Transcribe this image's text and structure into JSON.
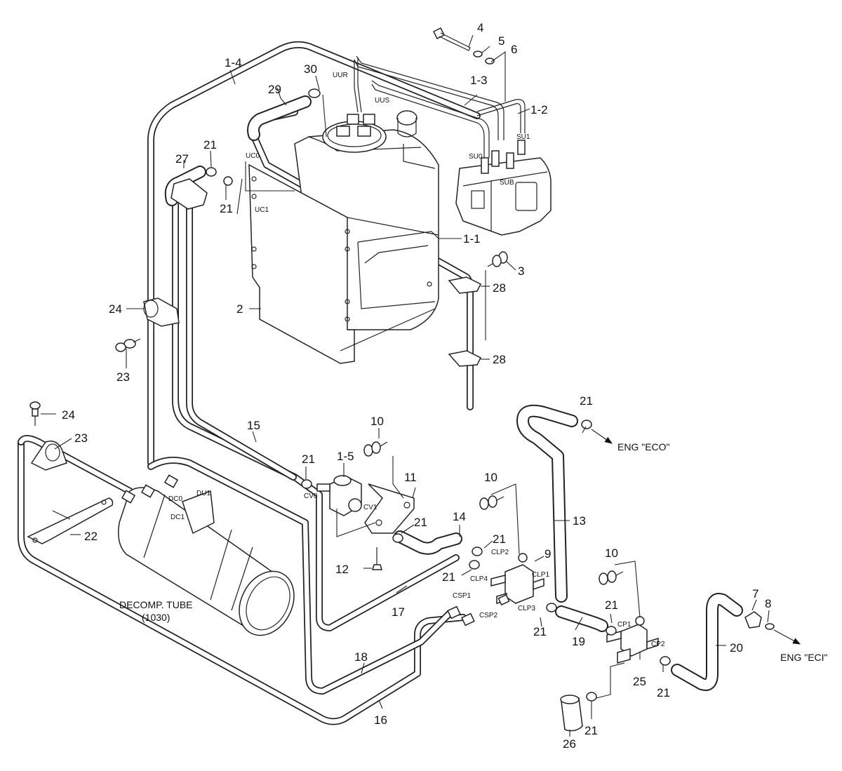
{
  "callouts": {
    "c1_1": "1-1",
    "c1_2": "1-2",
    "c1_3": "1-3",
    "c1_4": "1-4",
    "c1_5": "1-5",
    "c2": "2",
    "c3": "3",
    "c4": "4",
    "c5": "5",
    "c6": "6",
    "c7": "7",
    "c8": "8",
    "c9": "9",
    "c10": "10",
    "c11": "11",
    "c12": "12",
    "c13": "13",
    "c14": "14",
    "c15": "15",
    "c16": "16",
    "c17": "17",
    "c18": "18",
    "c19": "19",
    "c20": "20",
    "c21": "21",
    "c22": "22",
    "c23": "23",
    "c24": "24",
    "c25": "25",
    "c26": "26",
    "c27": "27",
    "c28": "28",
    "c29": "29",
    "c30": "30"
  },
  "tags": {
    "uur": "UUR",
    "uus": "UUS",
    "su0": "SU0",
    "su1": "SU1",
    "sub": "SUB",
    "uc0": "UC0",
    "uc1": "UC1",
    "cv0": "CV0",
    "cv1": "CV1",
    "clp1": "CLP1",
    "clp2": "CLP2",
    "clp3": "CLP3",
    "clp4": "CLP4",
    "csp1": "CSP1",
    "csp2": "CSP2",
    "cp1": "CP1",
    "cp2": "CP2",
    "dc0": "DC0",
    "dc1": "DC1",
    "du1": "DU1"
  },
  "notes": {
    "decomp_line1": "DECOMP. TUBE",
    "decomp_line2": "(1030)",
    "eng_eco": "ENG \"ECO\"",
    "eng_eci": "ENG \"ECI\""
  }
}
